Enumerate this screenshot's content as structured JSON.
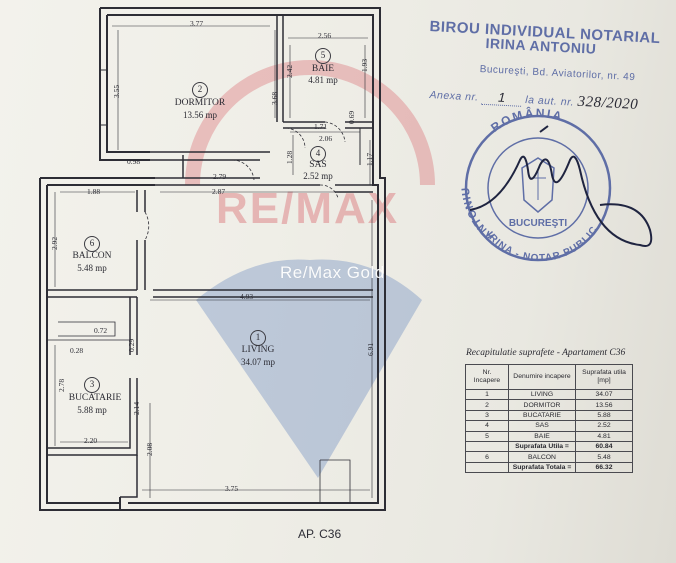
{
  "stamp": {
    "title": "BIROU INDIVIDUAL NOTARIAL",
    "name": "IRINA ANTONIU",
    "address": "Bucureşti, Bd. Aviatorilor, nr. 49",
    "anexa_label": "Anexa nr.",
    "anexa_value": "1",
    "aut_label": "la aut. nr.",
    "aut_value": "328/2020",
    "seal_top": "ROMÂNIA",
    "seal_left": "ANTONIU",
    "seal_bottom": "BUCUREŞTI",
    "seal_bottom2": "IRINA - NOTAR PUBLIC"
  },
  "watermark": {
    "logo": "RE/MAX",
    "text": "Re/Max Gold"
  },
  "rooms": [
    {
      "num": "1",
      "name": "LIVING",
      "area": "34.07 mp"
    },
    {
      "num": "2",
      "name": "DORMITOR",
      "area": "13.56 mp"
    },
    {
      "num": "3",
      "name": "BUCATARIE",
      "area": "5.88 mp"
    },
    {
      "num": "4",
      "name": "SAS",
      "area": "2.52 mp"
    },
    {
      "num": "5",
      "name": "BAIE",
      "area": "4.81 mp"
    },
    {
      "num": "6",
      "name": "BALCON",
      "area": "5.48 mp"
    }
  ],
  "dimensions": {
    "d377": "3.77",
    "d256": "2.56",
    "d355": "3.55",
    "d242": "2.42",
    "d193": "1.93",
    "d368": "3.68",
    "d171": "1.71",
    "d069": "0.69",
    "d206": "2.06",
    "d128": "1.28",
    "d117": "1.17",
    "d098": "0.98",
    "d279": "2.79",
    "d188": "1.88",
    "d287": "2.87",
    "d292": "2.92",
    "d493": "4.93",
    "d691": "6.91",
    "d072": "0.72",
    "d028": "0.28",
    "d029": "0.29",
    "d278": "2.78",
    "d214": "2.14",
    "d220": "2.20",
    "d208": "2.08",
    "d375": "3.75"
  },
  "plan_label": "AP. C36",
  "recap": {
    "title": "Recapitulatie suprafete - Apartament C36",
    "headers": [
      "Nr. Incapere",
      "Denumire incapere",
      "Suprafata utila [mp]"
    ],
    "rows": [
      [
        "1",
        "LIVING",
        "34.07"
      ],
      [
        "2",
        "DORMITOR",
        "13.56"
      ],
      [
        "3",
        "BUCATARIE",
        "5.88"
      ],
      [
        "4",
        "SAS",
        "2.52"
      ],
      [
        "5",
        "BAIE",
        "4.81"
      ]
    ],
    "util_label": "Suprafata Utila =",
    "util_value": "60.84",
    "balcon": [
      "6",
      "BALCON",
      "5.48"
    ],
    "total_label": "Suprafata Totala =",
    "total_value": "66.32"
  },
  "colors": {
    "wall": "#2d2d35",
    "stamp": "#5f6ea6",
    "remax_red": "#d3404a",
    "remax_blue": "#4a6fb5"
  }
}
